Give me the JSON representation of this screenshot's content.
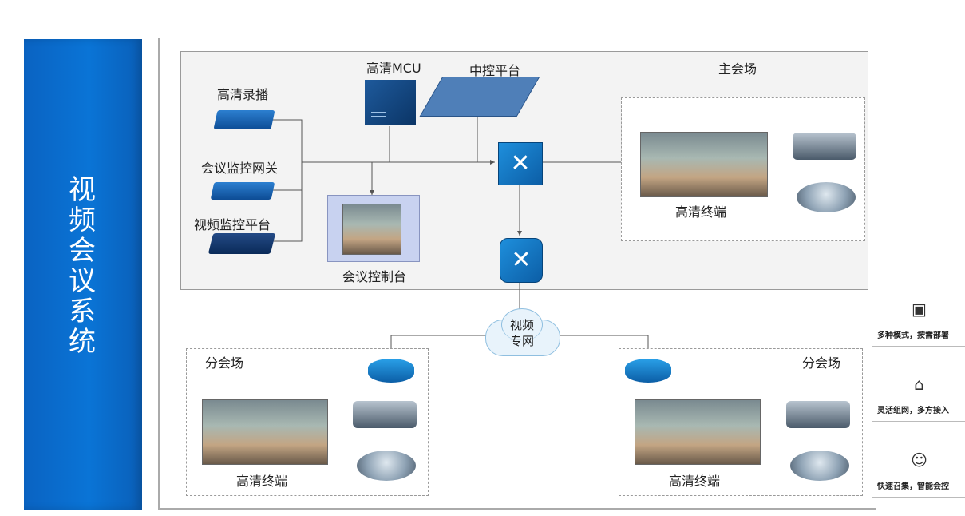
{
  "banner": {
    "title_chars": [
      "视",
      "频",
      "会",
      "议",
      "系",
      "统"
    ]
  },
  "top": {
    "recording_label": "高清录播",
    "gateway_label": "会议监控网关",
    "video_monitor_label": "视频监控平台",
    "mcu_label": "高清MCU",
    "central_control_label": "中控平台",
    "console_label": "会议控制台",
    "main_venue_label": "主会场",
    "main_terminal_label": "高清终端"
  },
  "network": {
    "cloud_line1": "视频",
    "cloud_line2": "专网"
  },
  "branch_left": {
    "title": "分会场",
    "terminal_label": "高清终端"
  },
  "branch_right": {
    "title": "分会场",
    "terminal_label": "高清终端"
  },
  "features": [
    {
      "icon": "grid-icon",
      "text": "多种模式，按需部署"
    },
    {
      "icon": "router-wifi-icon",
      "text": "灵活组网，多方接入"
    },
    {
      "icon": "head-icon",
      "text": "快速召集，智能会控"
    }
  ],
  "colors": {
    "banner_blue": "#0a6ccc",
    "device_blue": "#0d5ea8",
    "line": "#555555"
  }
}
